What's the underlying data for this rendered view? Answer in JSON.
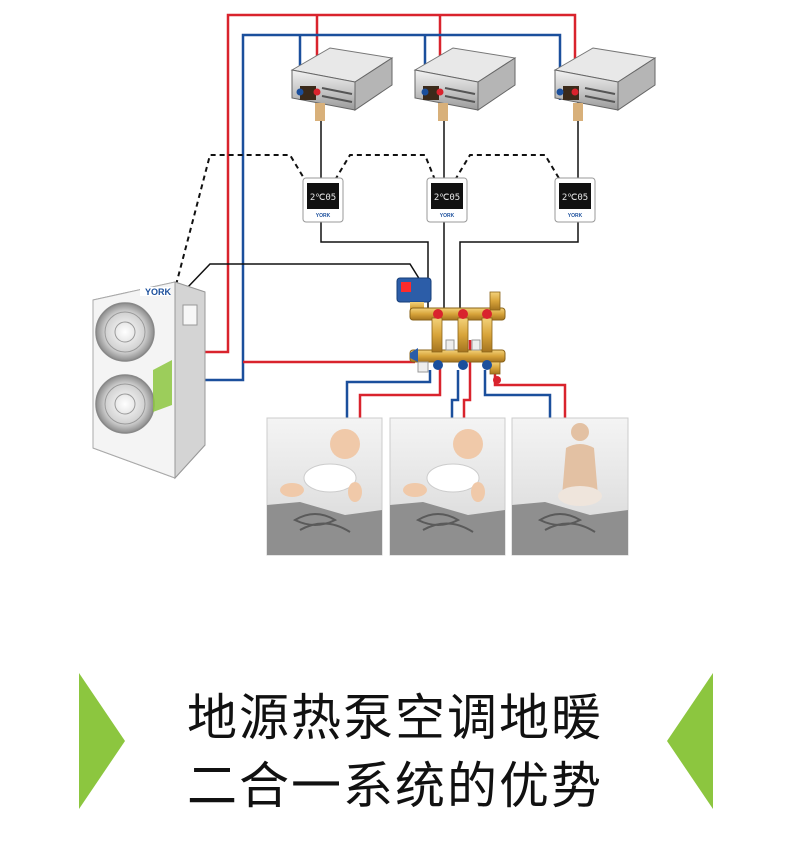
{
  "title": {
    "line1": "地源热泵空调地暖",
    "line2": "二合一系统的优势"
  },
  "outdoor_unit": {
    "brand": "YORK"
  },
  "thermostats": [
    {
      "reading": "2℃05",
      "brand": "YORK"
    },
    {
      "reading": "2℃05",
      "brand": "YORK"
    },
    {
      "reading": "2℃05",
      "brand": "YORK"
    }
  ],
  "colors": {
    "supply_pipe": "#d9232d",
    "return_pipe": "#1b4f9c",
    "control_wire": "#111111",
    "accent_triangle": "#8cc63f"
  }
}
